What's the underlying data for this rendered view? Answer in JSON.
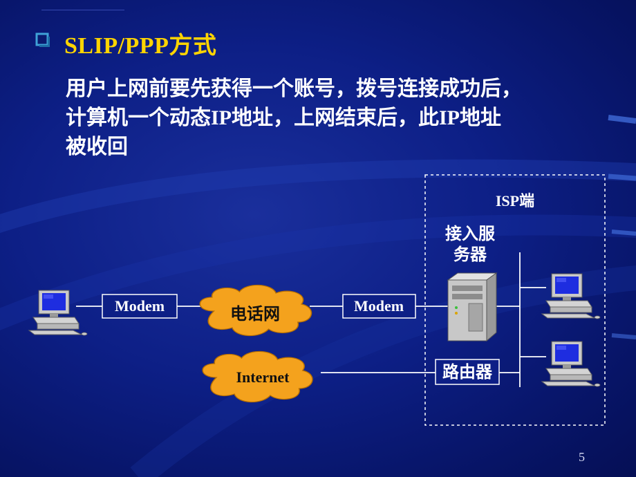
{
  "slide": {
    "title": "SLIP/PPP方式",
    "body_lines": [
      "用户上网前要先获得一个账号，拨号连接成功后，",
      "计算机一个动态IP地址，上网结束后，此IP地址",
      "被收回"
    ],
    "page_number": "5"
  },
  "diagram": {
    "isp_label": "ISP端",
    "access_server_label_line1": "接入服",
    "access_server_label_line2": "务器",
    "modem_left": "Modem",
    "modem_right": "Modem",
    "phone_network": "电话网",
    "internet": "Internet",
    "router": "路由器"
  },
  "colors": {
    "background": "#0d1f86",
    "title": "#ffd400",
    "text": "#ffffff",
    "cloud_fill": "#f4a21d",
    "cloud_stroke": "#b86f00",
    "bullet": "#3fa2d8"
  },
  "icons": [
    "checkbox-bullet-icon",
    "computer-icon",
    "server-icon",
    "cloud-icon"
  ]
}
